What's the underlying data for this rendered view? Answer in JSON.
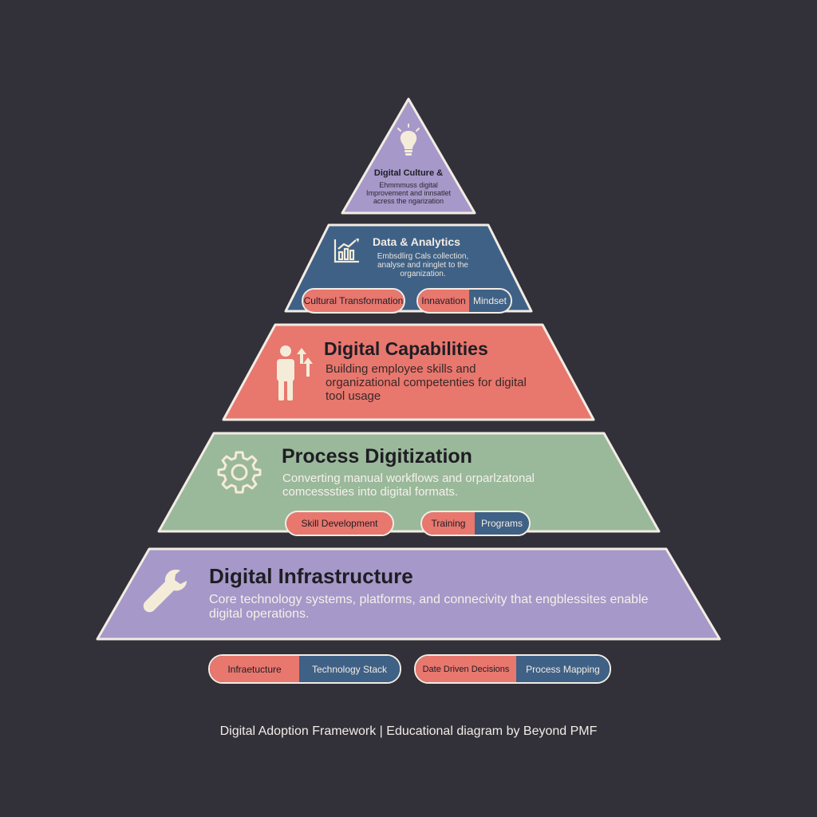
{
  "colors": {
    "background": "#323038",
    "purple": "#a698c8",
    "blue": "#3f6186",
    "coral": "#e8776e",
    "green": "#9ab89a",
    "outline": "#f2ece4"
  },
  "tiers": [
    {
      "title": "Digital Culture &",
      "description": "Ehmmmuss digital Improvement and innsatlet acress the ngarization",
      "icon": "lightbulb-icon"
    },
    {
      "title": "Data & Analytics",
      "description": "Embsdlirg Cals collection, analyse and ninglet to the organization.",
      "icon": "bar-chart-icon"
    },
    {
      "title": "Digital Capabilities",
      "description": "Building employee skills and organizational competenties for digital tool usage",
      "icon": "person-growth-icon"
    },
    {
      "title": "Process Digitization",
      "description": "Converting manual workflows and orparlzatonal comcesssties into digital formats.",
      "icon": "gear-icon"
    },
    {
      "title": "Digital Infrastructure",
      "description": "Core technology systems, platforms, and connecivity that engblessites enable digital operations.",
      "icon": "wrench-icon"
    }
  ],
  "tags": {
    "data_analytics": [
      {
        "left": "Cultural Transformation",
        "right": ""
      },
      {
        "left": "Innavation",
        "right": "Mindset"
      }
    ],
    "process": [
      {
        "left": "Skill Development",
        "right": ""
      },
      {
        "left": "Training",
        "right": "Programs"
      }
    ],
    "bottom": [
      {
        "left": "Infraetucture",
        "right": "Technology Stack"
      },
      {
        "left": "Date Driven Decisions",
        "right": "Process Mapping"
      }
    ]
  },
  "footer": {
    "text": "Digital Adoption Framework  |  Educational diagram by Beyond PMF"
  }
}
